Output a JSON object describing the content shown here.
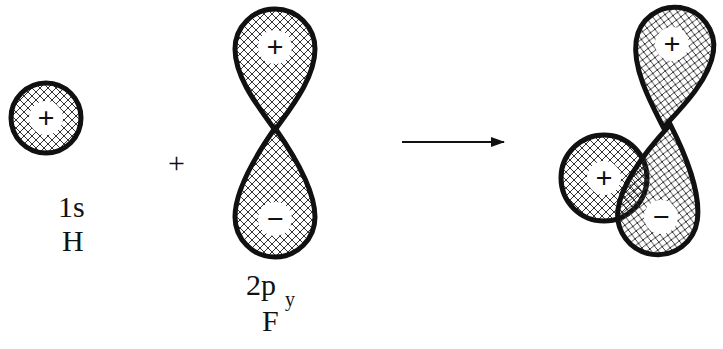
{
  "diagram": {
    "nodes": [
      {
        "text": [
          "+"
        ]
      },
      {
        "text": [
          "+"
        ]
      },
      {
        "text": [
          "−"
        ]
      },
      {
        "text": [
          "+"
        ]
      },
      {
        "text": [
          "+"
        ]
      },
      {
        "text": [
          "−"
        ]
      }
    ],
    "labels": [
      "+",
      "1s",
      "H",
      "2p",
      "y",
      "F"
    ]
  }
}
